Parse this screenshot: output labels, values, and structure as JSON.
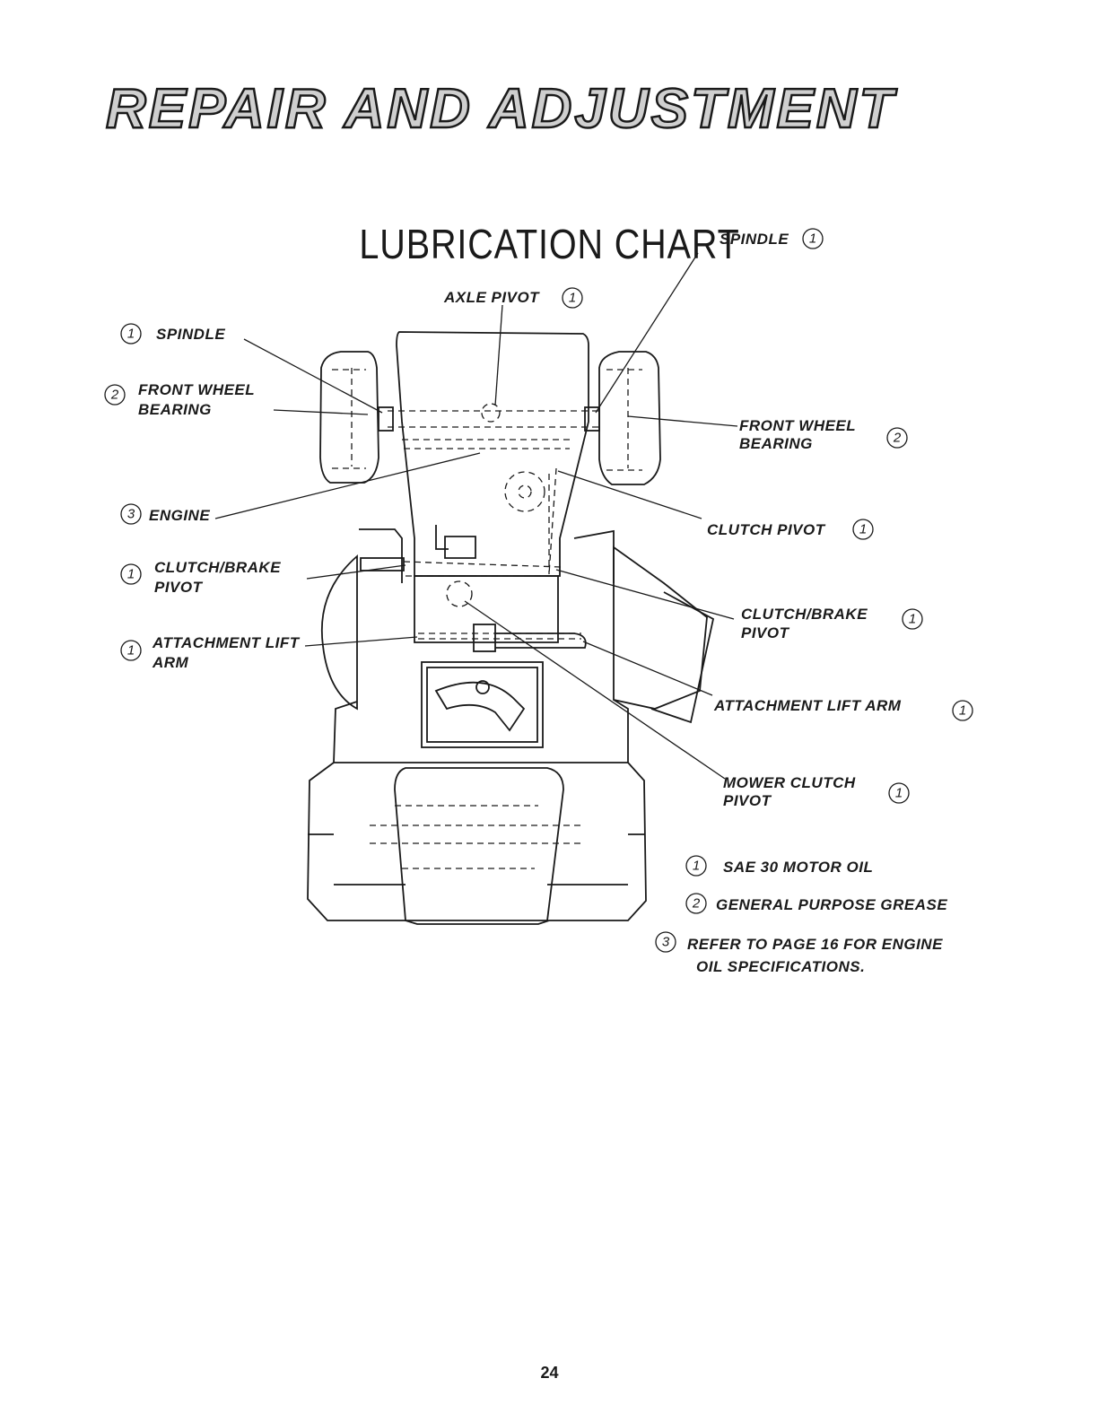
{
  "header": {
    "title": "REPAIR AND ADJUSTMENT"
  },
  "chart": {
    "title": "LUBRICATION CHART"
  },
  "labels": {
    "axle_pivot": "AXLE PIVOT",
    "spindle_left": "SPINDLE",
    "spindle_right": "SPINDLE",
    "front_wheel_left_1": "FRONT WHEEL",
    "front_wheel_left_2": "BEARING",
    "front_wheel_right_1": "FRONT WHEEL",
    "front_wheel_right_2": "BEARING",
    "engine": "ENGINE",
    "clutch_pivot": "CLUTCH PIVOT",
    "clutch_brake_left_1": "CLUTCH/BRAKE",
    "clutch_brake_left_2": "PIVOT",
    "clutch_brake_right_1": "CLUTCH/BRAKE",
    "clutch_brake_right_2": "PIVOT",
    "attach_left_1": "ATTACHMENT LIFT",
    "attach_left_2": "ARM",
    "attach_right": "ATTACHMENT LIFT ARM",
    "mower_clutch_1": "MOWER CLUTCH",
    "mower_clutch_2": "PIVOT"
  },
  "markers": {
    "axle_pivot": "1",
    "spindle_left": "1",
    "spindle_right": "1",
    "front_wheel_left": "2",
    "front_wheel_right": "2",
    "engine": "3",
    "clutch_pivot": "1",
    "clutch_brake_left": "1",
    "clutch_brake_right": "1",
    "attach_left": "1",
    "attach_right": "1",
    "mower_clutch": "1"
  },
  "legend": [
    {
      "num": "1",
      "text": "SAE 30 MOTOR OIL"
    },
    {
      "num": "2",
      "text": "GENERAL PURPOSE GREASE"
    },
    {
      "num": "3",
      "text": "REFER TO PAGE 16 FOR ENGINE",
      "text2": "OIL SPECIFICATIONS."
    }
  ],
  "page": {
    "number": "24"
  }
}
